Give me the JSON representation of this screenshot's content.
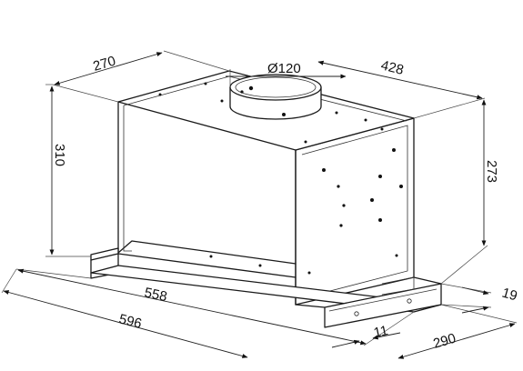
{
  "dimensions": {
    "depth_top": "270",
    "duct_diameter": "Ø120",
    "width_top": "428",
    "height_left": "310",
    "height_right": "273",
    "width_inner": "558",
    "width_outer": "596",
    "front_lip": "11",
    "depth_bottom": "290",
    "bottom_offset": "19"
  }
}
